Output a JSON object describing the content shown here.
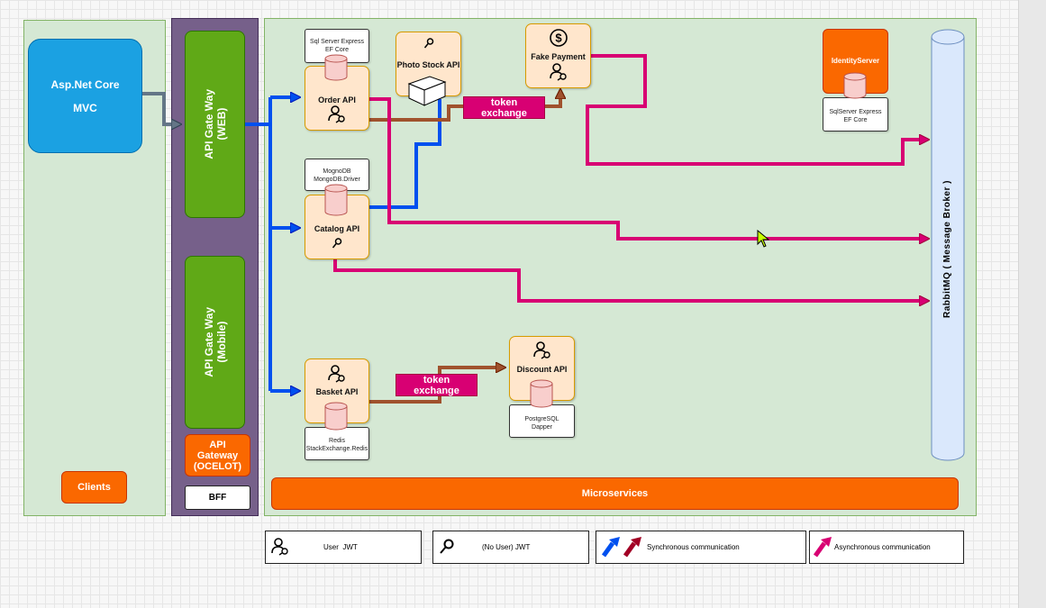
{
  "clients": {
    "mvc_line1": "Asp.Net Core",
    "mvc_line2": "MVC",
    "label": "Clients"
  },
  "gateway": {
    "web": "API Gate Way\n(WEB)",
    "mobile": "API Gate Way\n(Mobile)",
    "ocelot": "API\nGateway\n(OCELOT)",
    "bff": "BFF"
  },
  "services": {
    "order": {
      "name": "Order API",
      "db": "Sql Server Express\nEF Core"
    },
    "photo": {
      "name": "Photo Stock API"
    },
    "payment": {
      "name": "Fake Payment"
    },
    "catalog": {
      "name": "Catalog API",
      "db": "MognoDB\nMongoDB.Driver"
    },
    "basket": {
      "name": "Basket API",
      "db": "Redis\nStackExchange.Redis"
    },
    "discount": {
      "name": "Discount API",
      "db": "PostgreSQL\nDapper"
    },
    "identity": {
      "name": "IdentityServer",
      "db": "SqlServer Express\nEF Core"
    }
  },
  "token_exchange": "token\nexchange",
  "message_broker": "RabbitMQ ( Message Broker )",
  "microservices": "Microservices",
  "legend": {
    "user_jwt": "User  JWT",
    "no_user_jwt": "(No User) JWT",
    "sync": "Synchronous communication",
    "async": "Asynchronous communication"
  },
  "colors": {
    "sync_arrow": "#0050ef",
    "token_arrow": "#a0522d",
    "async_arrow": "#d80073",
    "mvc_arrow": "#647687",
    "gateway_bar": "#76608a"
  }
}
